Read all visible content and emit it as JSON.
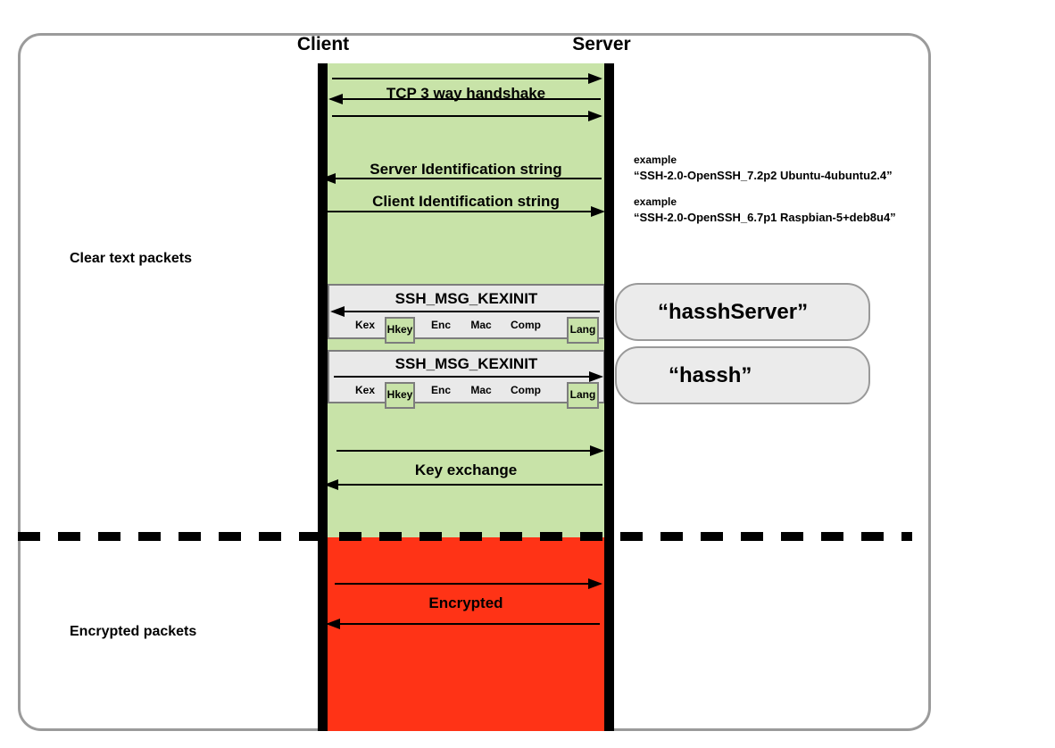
{
  "diagram": {
    "title_semantic": "SSH handshake sequence (hassh fingerprinting)",
    "actors": {
      "client": "Client",
      "server": "Server"
    },
    "side_labels": {
      "clear": "Clear text packets",
      "encrypted": "Encrypted packets"
    },
    "messages": {
      "tcp_handshake": "TCP 3 way handshake",
      "server_identification": "Server Identification string",
      "client_identification": "Client Identification string",
      "kexinit_server": "SSH_MSG_KEXINIT",
      "kexinit_client": "SSH_MSG_KEXINIT",
      "key_exchange": "Key exchange",
      "encrypted": "Encrypted"
    },
    "kexinit_fields": [
      "Kex",
      "Hkey",
      "Enc",
      "Mac",
      "Comp",
      "Lang"
    ],
    "highlighted_fields": [
      "Hkey",
      "Lang"
    ],
    "examples": [
      {
        "label": "example",
        "value": "“SSH-2.0-OpenSSH_7.2p2 Ubuntu-4ubuntu2.4”"
      },
      {
        "label": "example",
        "value": "“SSH-2.0-OpenSSH_6.7p1 Raspbian-5+deb8u4”"
      }
    ],
    "annotations": {
      "hassh_server": "“hasshServer”",
      "hassh": "“hassh”"
    },
    "colors": {
      "clear_channel": "#c8e3a8",
      "encrypted_channel": "#ff3316",
      "packet_box": "#e9e9e9",
      "bubble": "#ebebeb",
      "lifeline": "#000000",
      "outer_border": "#9b9b9b"
    }
  }
}
